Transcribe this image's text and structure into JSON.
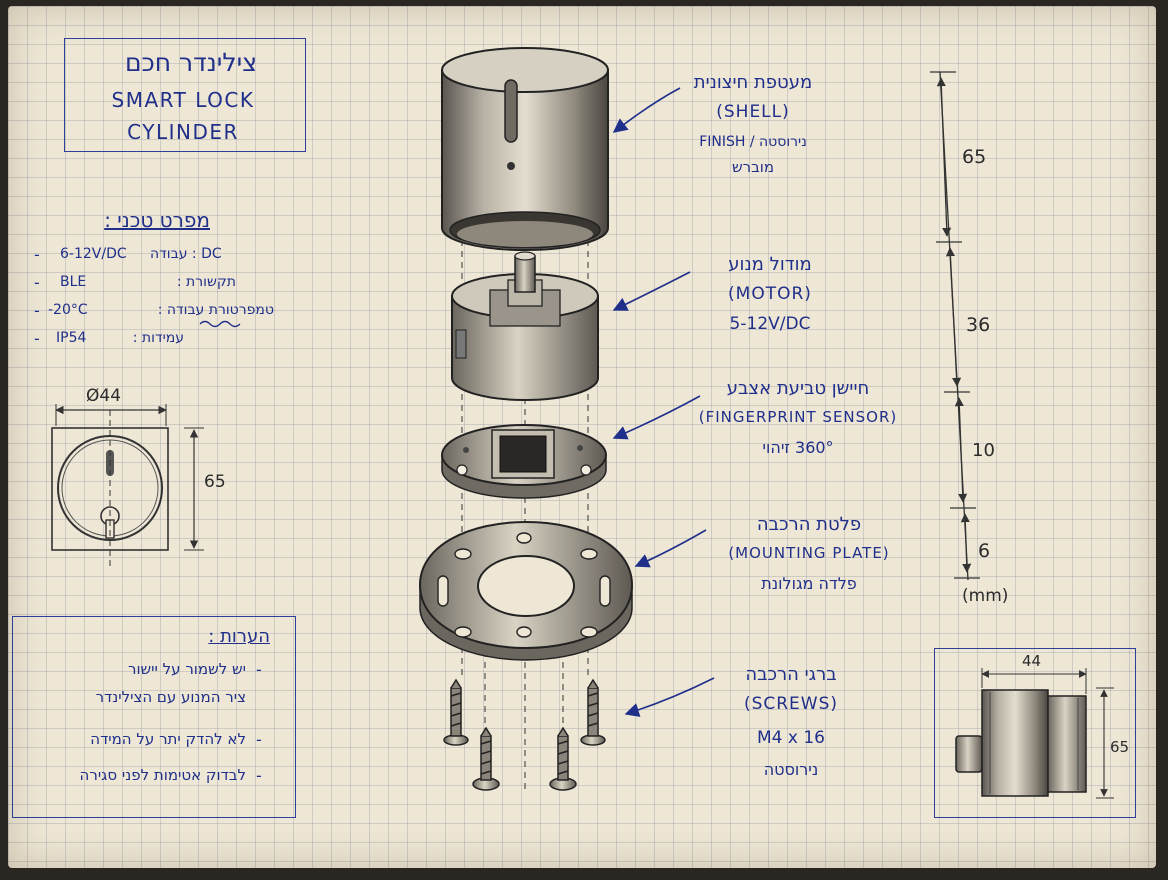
{
  "title": {
    "hebrew": "צילינדר חכם",
    "line1": "SMART LOCK",
    "line2": "CYLINDER"
  },
  "specs": {
    "heading": "מפרט טכני :",
    "items": [
      {
        "dash": "-",
        "value": "6-12V/DC",
        "label": "עבודה : DC"
      },
      {
        "dash": "-",
        "value": "BLE",
        "label": "תקשורת :"
      },
      {
        "dash": "-",
        "value": "-20°C",
        "label": "טמפרטורת עבודה :"
      },
      {
        "dash": "-",
        "value": "IP54",
        "label": "עמידות :"
      }
    ]
  },
  "front_view": {
    "diameter": "Ø44",
    "height": "65"
  },
  "notes": {
    "heading": "הערות :",
    "items": [
      {
        "line1": "יש לשמור על יישור",
        "line2": "ציר המנוע עם הצילינדר"
      },
      {
        "line1": "לא להדק יתר על המידה"
      },
      {
        "line1": "לבדוק אטימות לפני סגירה"
      }
    ]
  },
  "parts": [
    {
      "hebrew": "מעטפת חיצונית",
      "english": "(SHELL)",
      "line3": "FINISH / נירוסטה",
      "line4": "מוברש"
    },
    {
      "hebrew": "מודול מנוע",
      "english": "(MOTOR)",
      "line3": "5-12V/DC"
    },
    {
      "hebrew": "חיישן טביעת אצבע",
      "english": "(FINGERPRINT SENSOR)",
      "line3": "360° זיהוי"
    },
    {
      "hebrew": "פלטת הרכבה",
      "english": "(MOUNTING PLATE)",
      "line3": "פלדה מגולונת"
    },
    {
      "hebrew": "ברגי הרכבה",
      "english": "(SCREWS)",
      "line3": "M4 x 16",
      "line4": "נירוסטה"
    }
  ],
  "dimensions": {
    "segments": [
      "65",
      "36",
      "10",
      "6"
    ],
    "unit": "(mm)"
  },
  "side_view": {
    "width": "44",
    "height": "65"
  },
  "colors": {
    "ink": "#1f2f8a",
    "pencil": "#2b2b2b",
    "paper": "#eee7d6"
  }
}
